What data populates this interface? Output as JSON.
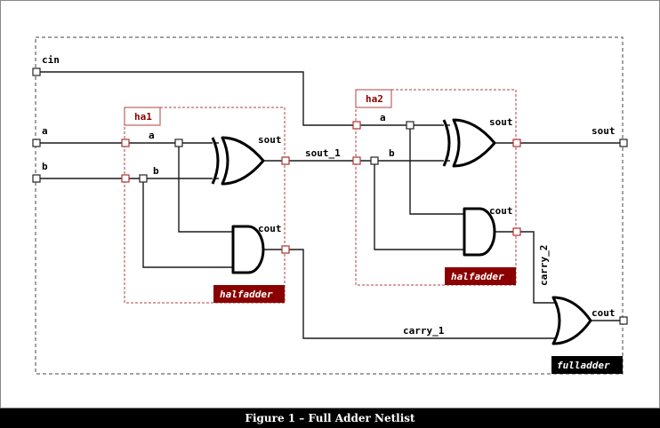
{
  "caption": "Figure 1 – Full Adder Netlist",
  "module": {
    "name": "fulladder"
  },
  "instances": [
    {
      "name": "ha1",
      "type": "halfadder"
    },
    {
      "name": "ha2",
      "type": "halfadder"
    }
  ],
  "top_ports": {
    "cin": "cin",
    "a": "a",
    "b": "b",
    "sout": "sout",
    "cout": "cout"
  },
  "ha1_ports": {
    "a": "a",
    "b": "b",
    "sout": "sout",
    "cout": "cout"
  },
  "ha2_ports": {
    "a": "a",
    "b": "b",
    "sout": "sout",
    "cout": "cout"
  },
  "nets": {
    "sout_1": "sout_1",
    "carry_1": "carry_1",
    "carry_2": "carry_2"
  },
  "colors": {
    "instance_border": "#b04040",
    "tag_background": "#8a0000",
    "module_tag_background": "#000000",
    "caption_background": "#000000"
  }
}
